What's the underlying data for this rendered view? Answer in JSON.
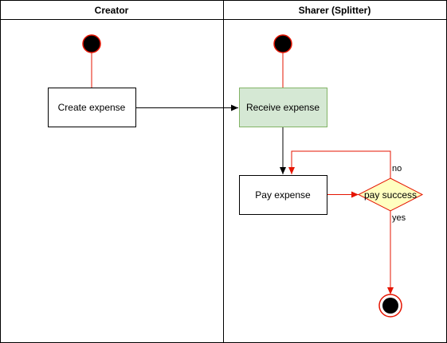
{
  "lanes": [
    {
      "title": "Creator"
    },
    {
      "title": "Sharer (Splitter)"
    }
  ],
  "nodes": {
    "create_expense": "Create expense",
    "receive_expense": "Receive expense",
    "pay_expense": "Pay expense",
    "pay_success": "pay success"
  },
  "edge_labels": {
    "no": "no",
    "yes": "yes"
  },
  "colors": {
    "flow_red": "#e51400",
    "start_fill": "#000000",
    "receive_fill": "#d5e8d4",
    "receive_stroke": "#82b366",
    "decision_fill": "#ffffc0",
    "decision_stroke": "#e51400",
    "lane_stroke": "#000000",
    "arrow_black": "#000000"
  },
  "icons": {
    "start": "start-node-icon",
    "end": "end-node-icon"
  }
}
